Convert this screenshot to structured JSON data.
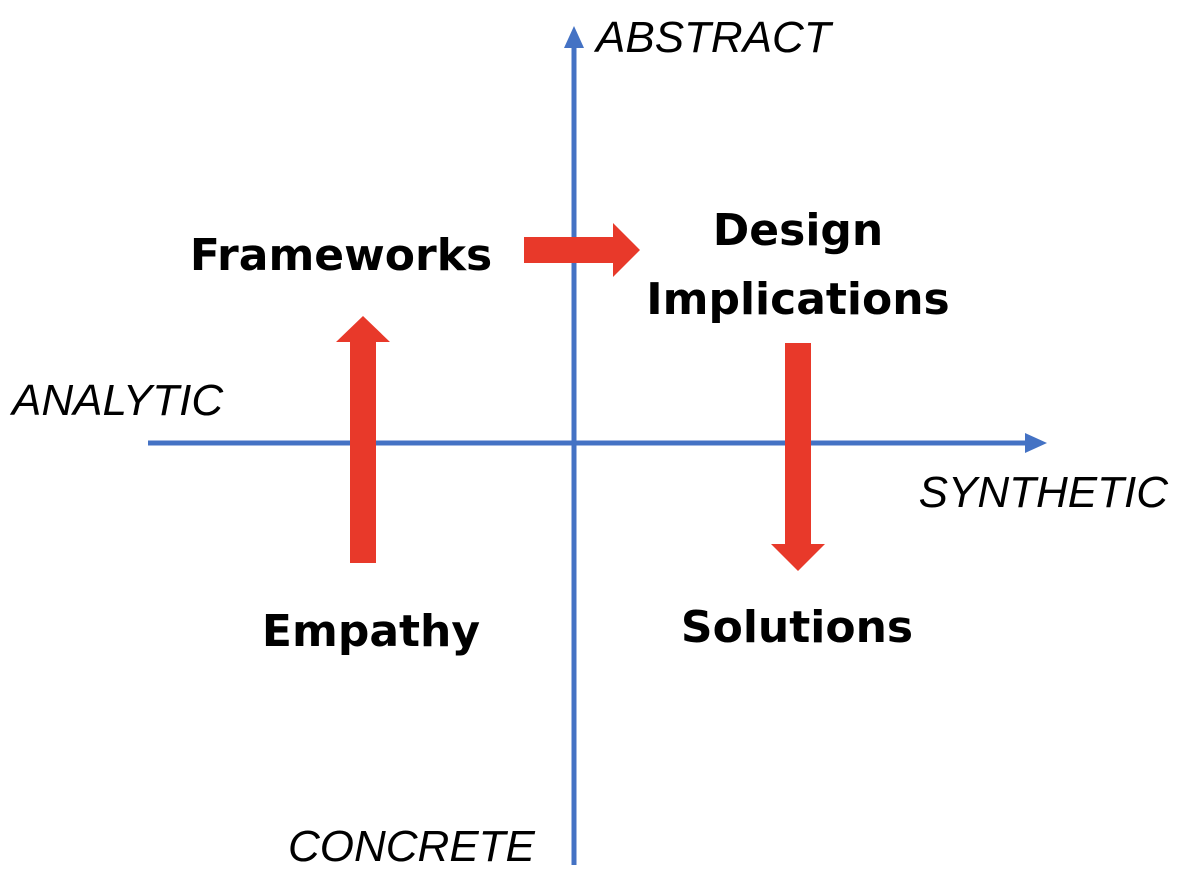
{
  "axes": {
    "top_label": "ABSTRACT",
    "bottom_label": "CONCRETE",
    "left_label": "ANALYTIC",
    "right_label": "SYNTHETIC",
    "color": "#4472C4"
  },
  "nodes": {
    "frameworks": "Frameworks",
    "design_implications_line1": "Design",
    "design_implications_line2": "Implications",
    "empathy": "Empathy",
    "solutions": "Solutions"
  },
  "arrow_color": "#E8392A",
  "flow": [
    {
      "from": "Empathy",
      "to": "Frameworks",
      "direction": "up"
    },
    {
      "from": "Frameworks",
      "to": "Design Implications",
      "direction": "right"
    },
    {
      "from": "Design Implications",
      "to": "Solutions",
      "direction": "down"
    }
  ]
}
